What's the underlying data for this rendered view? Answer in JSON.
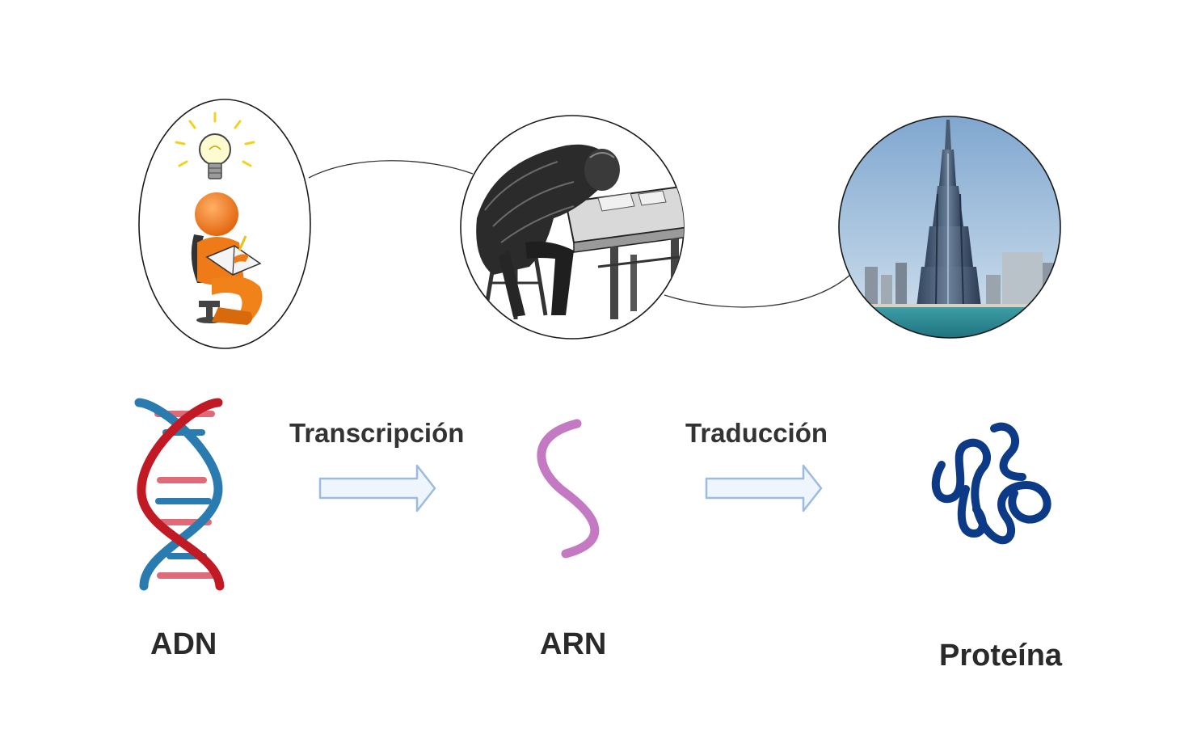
{
  "diagram": {
    "processes": {
      "transcription": "Transcripción",
      "translation": "Traducción"
    },
    "molecules": {
      "dna": "ADN",
      "rna": "ARN",
      "protein": "Proteína"
    },
    "analogy_images": [
      {
        "icon": "thinker-with-lightbulb-icon"
      },
      {
        "icon": "architect-drawing-plans-icon"
      },
      {
        "icon": "skyscraper-building-icon"
      }
    ],
    "colors": {
      "dna_strand_red": "#c21a25",
      "dna_strand_blue": "#2a7cb0",
      "rna_strand": "#c47ac3",
      "protein": "#0d3a86",
      "arrow_fill": "#eef5fc",
      "arrow_stroke": "#9bbce0"
    }
  }
}
